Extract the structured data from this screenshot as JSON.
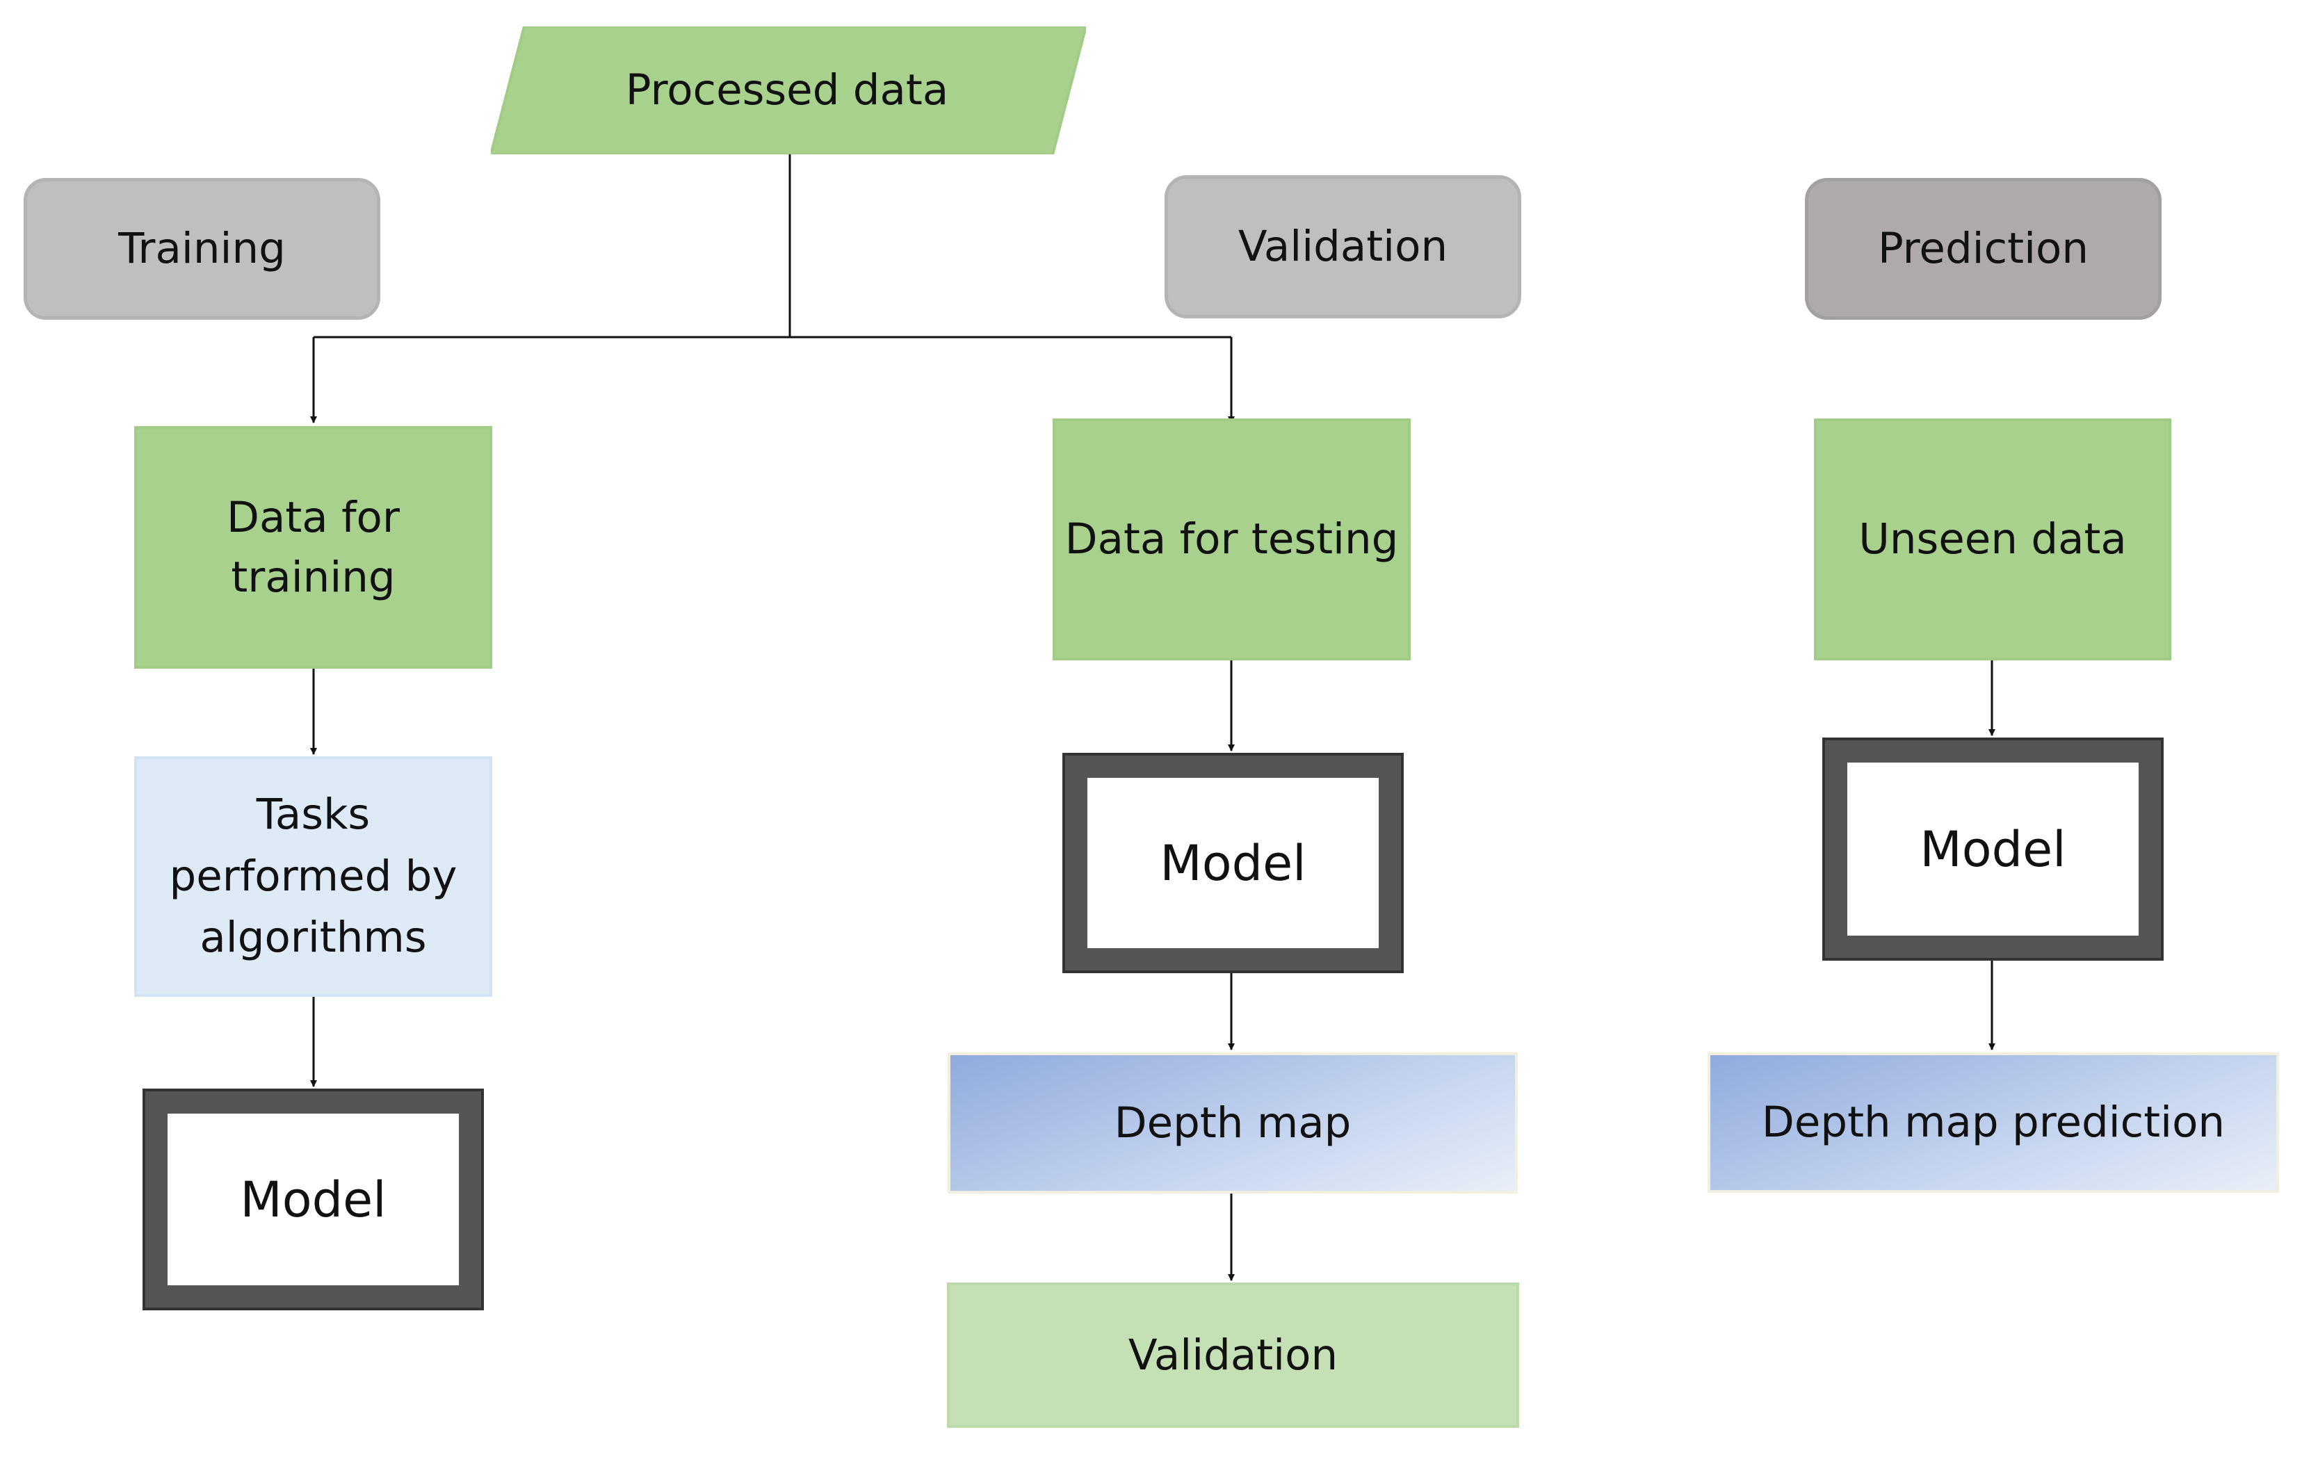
{
  "diagram": {
    "input": "Processed data",
    "phases": {
      "training": "Training",
      "validation": "Validation",
      "prediction": "Prediction"
    },
    "training_column": {
      "data": "Data for\ntraining",
      "tasks": "Tasks\nperformed by\nalgorithms",
      "model": "Model"
    },
    "validation_column": {
      "data": "Data for testing",
      "model": "Model",
      "depth_map": "Depth map",
      "validation": "Validation"
    },
    "prediction_column": {
      "data": "Unseen data",
      "model": "Model",
      "depth_map_prediction": "Depth map prediction"
    }
  }
}
